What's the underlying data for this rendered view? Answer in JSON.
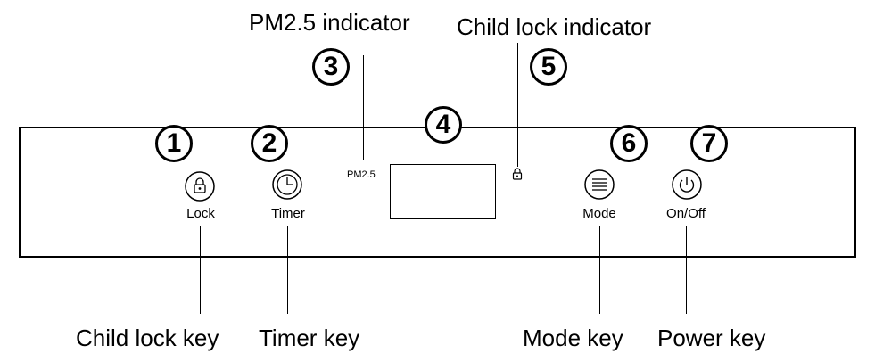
{
  "callouts": {
    "pm25_indicator": "PM2.5 indicator",
    "child_lock_indicator": "Child lock indicator",
    "child_lock_key": "Child lock key",
    "timer_key": "Timer key",
    "mode_key": "Mode key",
    "power_key": "Power key"
  },
  "numbers": [
    "1",
    "2",
    "3",
    "4",
    "5",
    "6",
    "7"
  ],
  "panel": {
    "pm25_label": "PM2.5",
    "keys": {
      "lock": "Lock",
      "timer": "Timer",
      "mode": "Mode",
      "onoff": "On/Off"
    }
  },
  "icons": {
    "lock": "lock-icon",
    "timer": "clock-icon",
    "mode": "menu-lines-icon",
    "power": "power-icon",
    "child_lock_indicator": "small-lock-icon"
  }
}
